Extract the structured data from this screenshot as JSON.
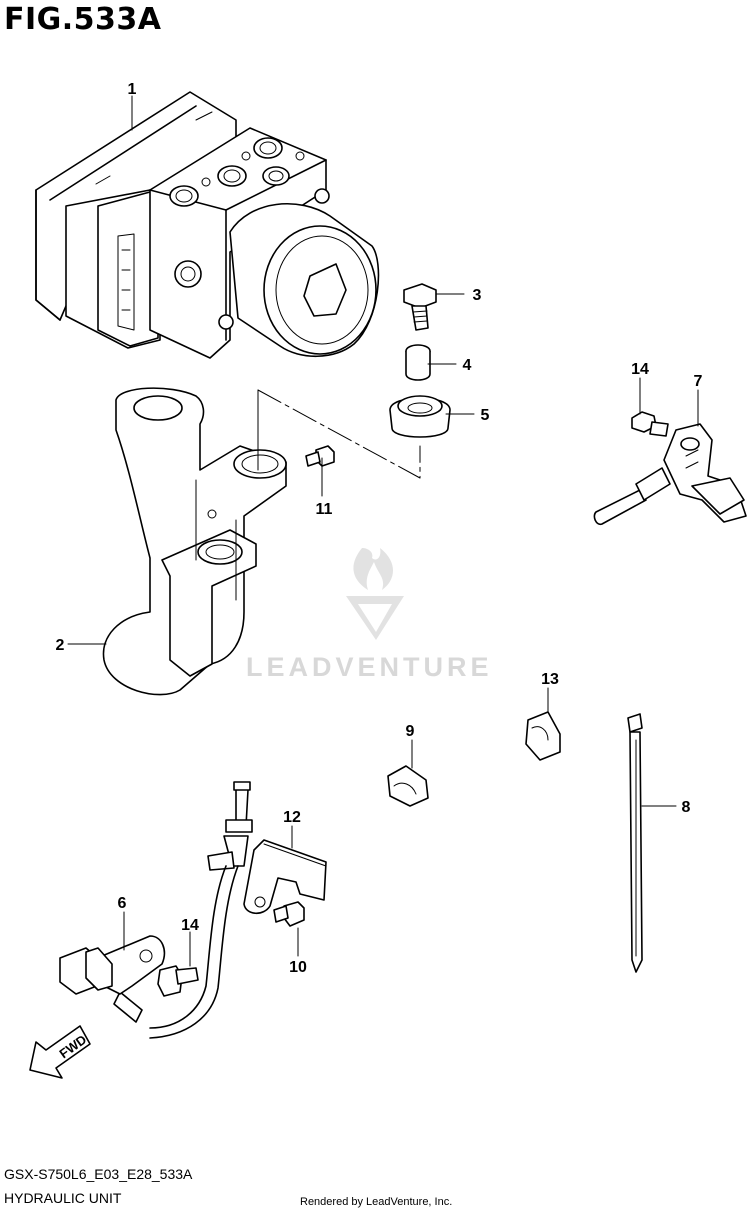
{
  "figure": {
    "title": "FIG.533A",
    "code": "GSX-S750L6_E03_E28_533A",
    "name": "HYDRAULIC UNIT",
    "rendered_by": "Rendered by LeadVenture, Inc.",
    "watermark": "LEADVENTURE",
    "fwd_label": "FWD"
  },
  "callouts": [
    {
      "id": "c1",
      "label": "1"
    },
    {
      "id": "c2",
      "label": "2"
    },
    {
      "id": "c3",
      "label": "3"
    },
    {
      "id": "c4",
      "label": "4"
    },
    {
      "id": "c5",
      "label": "5"
    },
    {
      "id": "c6",
      "label": "6"
    },
    {
      "id": "c7",
      "label": "7"
    },
    {
      "id": "c8",
      "label": "8"
    },
    {
      "id": "c9",
      "label": "9"
    },
    {
      "id": "c10",
      "label": "10"
    },
    {
      "id": "c11",
      "label": "11"
    },
    {
      "id": "c12",
      "label": "12"
    },
    {
      "id": "c13",
      "label": "13"
    },
    {
      "id": "c14a",
      "label": "14"
    },
    {
      "id": "c14b",
      "label": "14"
    }
  ],
  "colors": {
    "line": "#000000",
    "background": "#ffffff",
    "watermark": "#d8d8d8"
  }
}
